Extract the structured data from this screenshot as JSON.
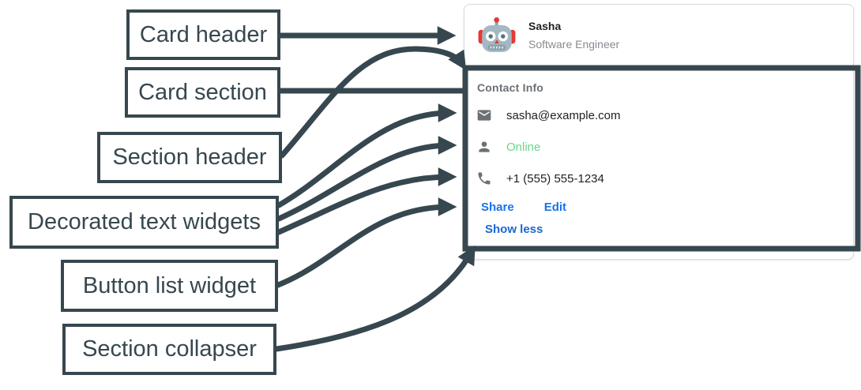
{
  "colors": {
    "annotation": "#37474F",
    "card_border": "#dadce0",
    "text_primary": "#202124",
    "text_secondary": "#868b90",
    "section_header_gray": "#6b7075",
    "online_green": "#6dd58c",
    "link_blue": "#1a73e8",
    "show_less_blue": "#1967d2"
  },
  "annotations": {
    "labels": [
      {
        "id": "card-header",
        "text": "Card header"
      },
      {
        "id": "card-section",
        "text": "Card section"
      },
      {
        "id": "section-header",
        "text": "Section header"
      },
      {
        "id": "decorated-text-widgets",
        "text": "Decorated text widgets"
      },
      {
        "id": "button-list-widget",
        "text": "Button list widget"
      },
      {
        "id": "section-collapser",
        "text": "Section collapser"
      }
    ]
  },
  "card": {
    "header": {
      "avatar_icon": "robot-avatar",
      "name": "Sasha",
      "subtitle": "Software Engineer"
    },
    "section": {
      "title": "Contact Info",
      "rows": [
        {
          "icon": "email-icon",
          "text": "sasha@example.com"
        },
        {
          "icon": "person-icon",
          "text": "Online"
        },
        {
          "icon": "phone-icon",
          "text": "+1 (555) 555-1234"
        }
      ],
      "buttons": [
        "Share",
        "Edit"
      ],
      "collapser_label": "Show less"
    }
  }
}
